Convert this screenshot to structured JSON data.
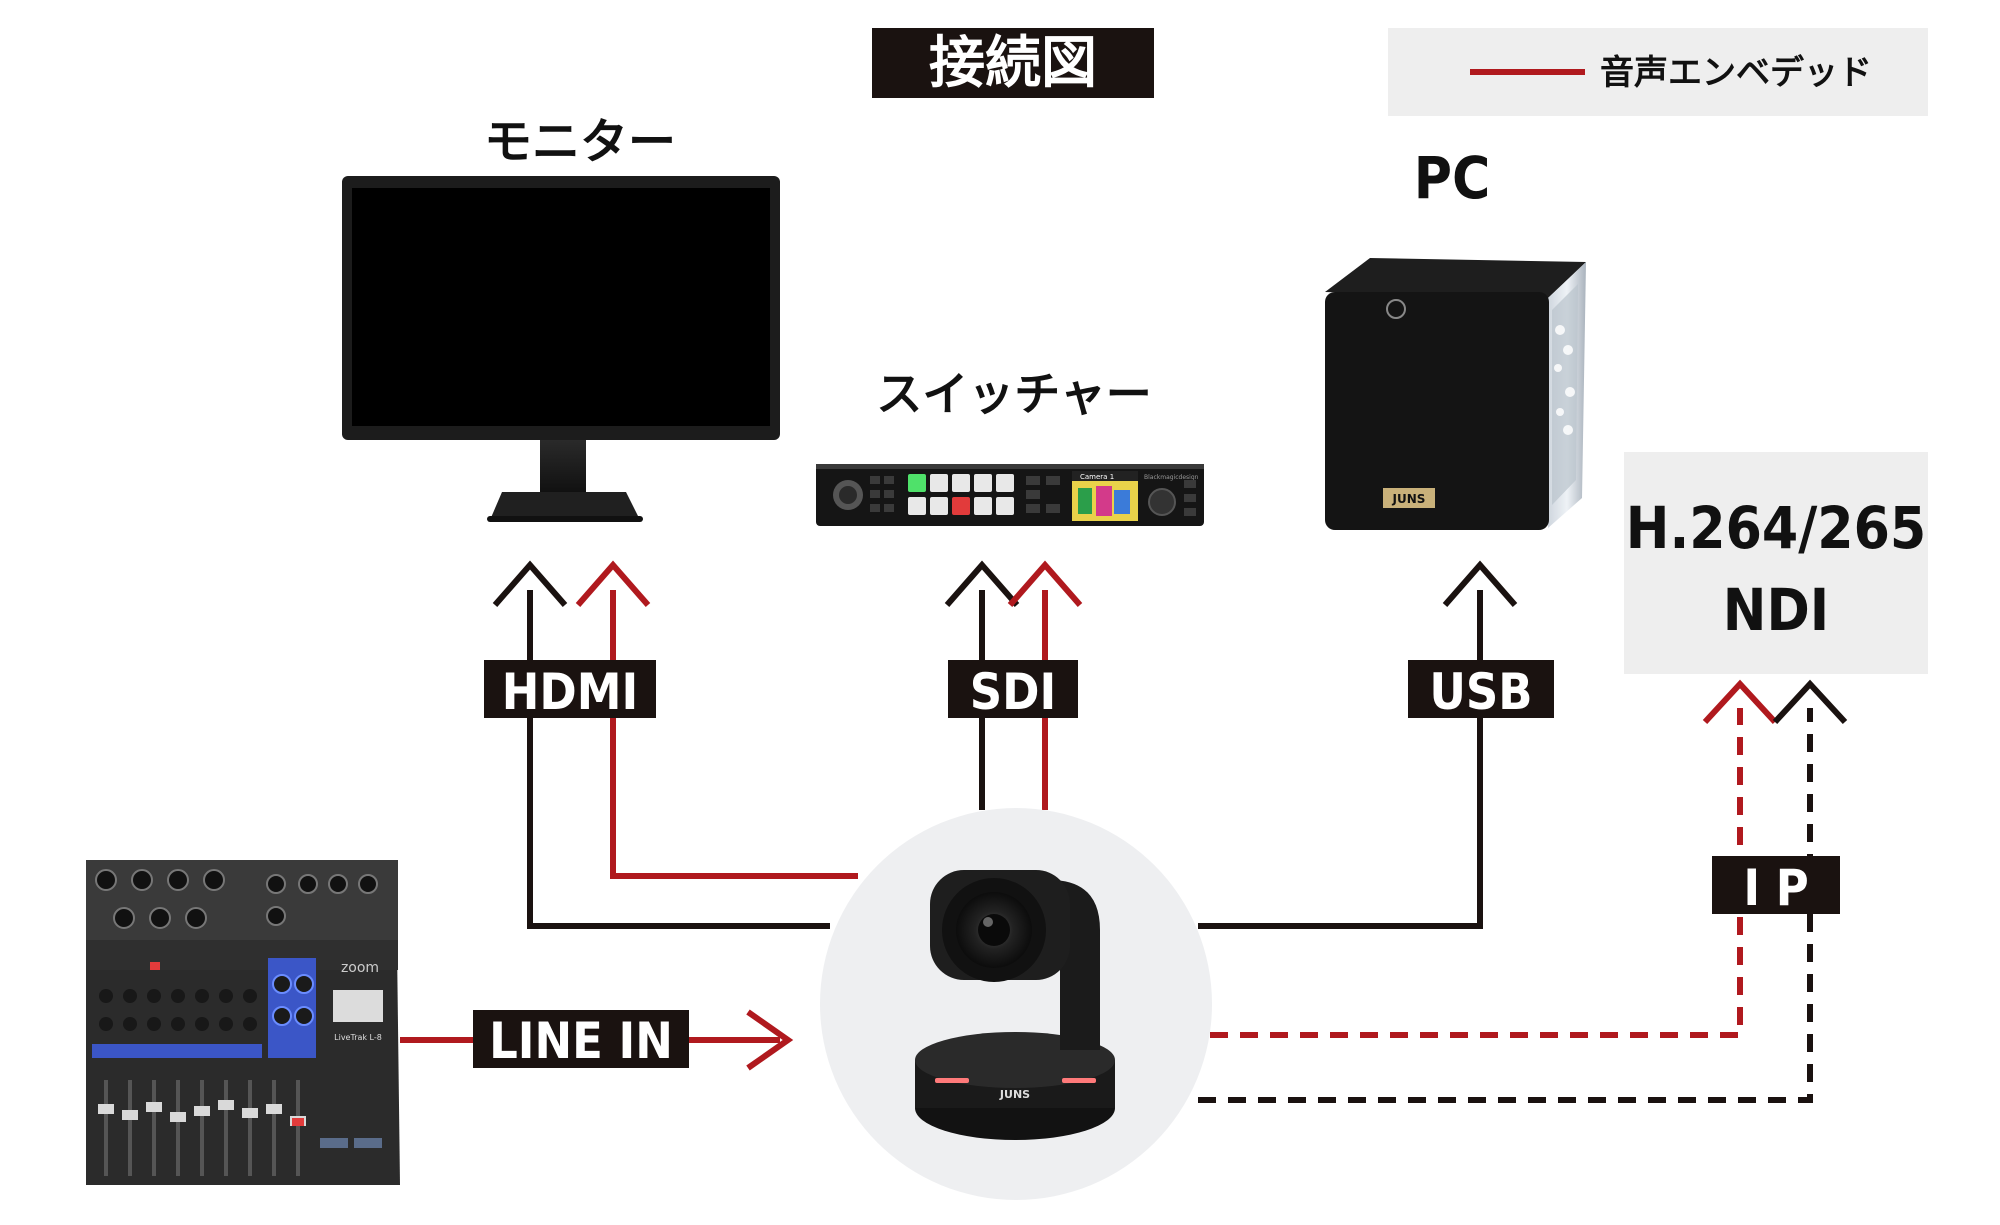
{
  "title": "接続図",
  "legend": {
    "label": "音声エンベデッド",
    "color": "#b0191e"
  },
  "devices": {
    "monitor": "モニター",
    "switcher": "スイッチャー",
    "pc": "PC",
    "stream_box": {
      "line1": "H.264/265",
      "line2": "NDI"
    }
  },
  "connections": {
    "hdmi": "HDMI",
    "sdi": "SDI",
    "usb": "USB",
    "ip": "I P",
    "line_in": "LINE IN"
  },
  "switcher_screen": "Camera 1",
  "brand_text": {
    "camera": "JUNS",
    "pc": "JUNS",
    "mixer": "zoom",
    "mixer_model": "LiveTrak L-8",
    "switcher": "Blackmagicdesign"
  },
  "colors": {
    "audio": "#b0191e",
    "signal": "#1a1210",
    "label_bg": "#1a1210",
    "panel_bg": "#eeeeee"
  }
}
